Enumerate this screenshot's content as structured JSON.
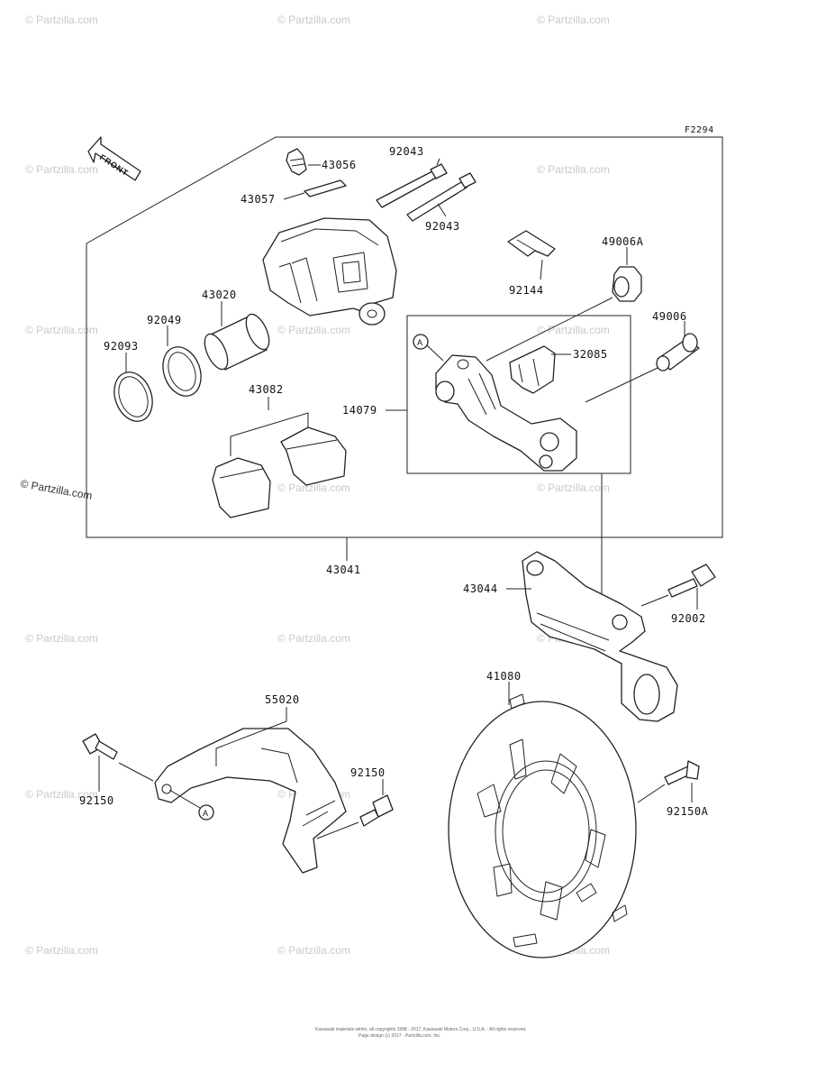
{
  "diagram": {
    "code": "F2294",
    "front_marker": "FRONT",
    "ref_marker": "A",
    "watermark": "© Partzilla.com",
    "copyright_line1": "Kawasaki materials within, all copyrights 1998 - 2017, Kawasaki Motors Corp., U.S.A. - All rights reserved.",
    "copyright_line2": "Page design (c) 2017 - Partzilla.com, Inc."
  },
  "labels": {
    "p43056": "43056",
    "p43057": "43057",
    "p92043a": "92043",
    "p92043b": "92043",
    "p92144": "92144",
    "p49006A": "49006A",
    "p43020": "43020",
    "p92049": "92049",
    "p92093": "92093",
    "p49006": "49006",
    "p32085": "32085",
    "p43082": "43082",
    "p14079": "14079",
    "p43041": "43041",
    "p43044": "43044",
    "p92002": "92002",
    "p41080": "41080",
    "p55020": "55020",
    "p92150a": "92150",
    "p92150b": "92150",
    "p92150A": "92150A"
  }
}
